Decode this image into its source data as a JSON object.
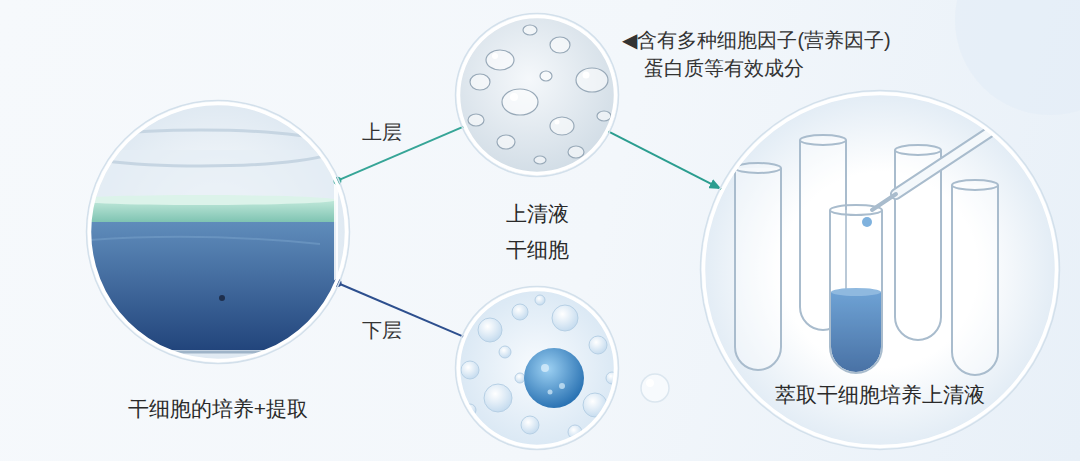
{
  "diagram": {
    "nodes": [
      {
        "text": [
          "干细胞的培养+提取"
        ]
      },
      {
        "text": [
          "上清液"
        ]
      },
      {
        "text": [
          "干细胞"
        ]
      },
      {
        "text": [
          "萃取干细胞培养上清液"
        ]
      }
    ],
    "edges": [
      {
        "from": 0,
        "to": 1,
        "arrow": "none",
        "label": "上层"
      },
      {
        "from": 0,
        "to": 2,
        "arrow": "none",
        "label": "下层"
      },
      {
        "from": 1,
        "to": 3,
        "arrow": "to"
      }
    ],
    "labels": [
      "◀含有多种细胞因子(营养因子) 蛋白质等有效成分"
    ]
  }
}
